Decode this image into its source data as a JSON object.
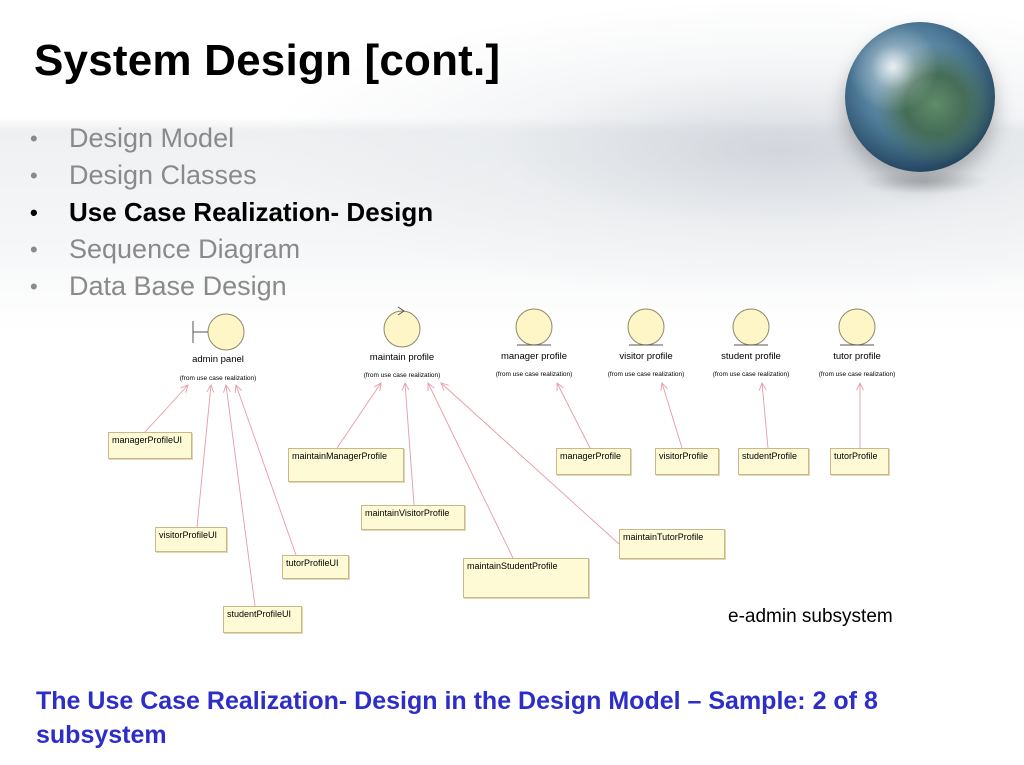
{
  "slide": {
    "title": "System Design [cont.]",
    "bullets": [
      {
        "text": "Design Model",
        "active": false
      },
      {
        "text": "Design Classes",
        "active": false
      },
      {
        "text": "Use Case Realization- Design",
        "active": true
      },
      {
        "text": "Sequence Diagram",
        "active": false
      },
      {
        "text": "Data Base Design",
        "active": false
      }
    ],
    "bullet_glyph": "•",
    "subsystem_label": "e-admin subsystem",
    "caption": "The Use Case Realization- Design in the Design Model – Sample: 2 of 8 subsystem"
  },
  "diagram": {
    "realizations": [
      {
        "id": "adminPanel",
        "name": "admin panel",
        "from": "(from use case realization)",
        "kind": "boundary"
      },
      {
        "id": "maintainProfile",
        "name": "maintain profile",
        "from": "(from use case realization)",
        "kind": "control"
      },
      {
        "id": "managerProfileR",
        "name": "manager profile",
        "from": "(from use case realization)",
        "kind": "entity"
      },
      {
        "id": "visitorProfileR",
        "name": "visitor profile",
        "from": "(from use case realization)",
        "kind": "entity"
      },
      {
        "id": "studentProfileR",
        "name": "student profile",
        "from": "(from use case realization)",
        "kind": "entity"
      },
      {
        "id": "tutorProfileR",
        "name": "tutor profile",
        "from": "(from use case realization)",
        "kind": "entity"
      }
    ],
    "classes": [
      {
        "id": "managerProfileUI",
        "label": "managerProfileUI",
        "target": "adminPanel"
      },
      {
        "id": "visitorProfileUI",
        "label": "visitorProfileUI",
        "target": "adminPanel"
      },
      {
        "id": "studentProfileUI",
        "label": "studentProfileUI",
        "target": "adminPanel"
      },
      {
        "id": "tutorProfileUI",
        "label": "tutorProfileUI",
        "target": "adminPanel"
      },
      {
        "id": "maintainManagerProfile",
        "label": "maintainManagerProfile",
        "target": "maintainProfile"
      },
      {
        "id": "maintainVisitorProfile",
        "label": "maintainVisitorProfile",
        "target": "maintainProfile"
      },
      {
        "id": "maintainStudentProfile",
        "label": "maintainStudentProfile",
        "target": "maintainProfile"
      },
      {
        "id": "maintainTutorProfile",
        "label": "maintainTutorProfile",
        "target": "maintainProfile"
      },
      {
        "id": "managerProfile",
        "label": "managerProfile",
        "target": "managerProfileR"
      },
      {
        "id": "visitorProfile",
        "label": "visitorProfile",
        "target": "visitorProfileR"
      },
      {
        "id": "studentProfile",
        "label": "studentProfile",
        "target": "studentProfileR"
      },
      {
        "id": "tutorProfile",
        "label": "tutorProfile",
        "target": "tutorProfileR"
      }
    ],
    "colors": {
      "class_fill": "#fffad6",
      "class_border": "#c9b98a",
      "usecase_fill": "#fff6c8",
      "usecase_stroke": "#8a8a6a",
      "link_color": "#e79aa6",
      "caption_color": "#2d2dc8"
    }
  }
}
